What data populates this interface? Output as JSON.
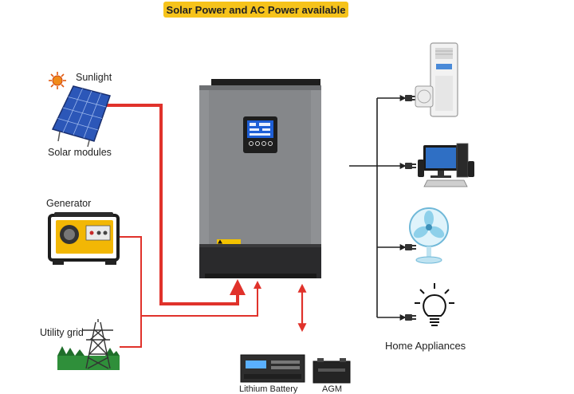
{
  "banner": {
    "text": "Solar Power and AC Power available"
  },
  "sources": {
    "sunlight": "Sunlight",
    "solar_modules": "Solar modules",
    "generator": "Generator",
    "utility_grid": "Utility grid"
  },
  "loads": {
    "label": "Home Appliances"
  },
  "battery": {
    "lithium_label": "Lithium Battery",
    "agm_label": "AGM"
  },
  "colors": {
    "banner": "#f6c31b",
    "ac_wire": "#e0322b",
    "load_wire": "#222222",
    "inverter_body": "#8f9194",
    "inverter_base": "#2a2a2c",
    "lcd": "#1e5fd6"
  },
  "icons": [
    "sun-icon",
    "solar-panel-icon",
    "generator-icon",
    "pylon-icon",
    "inverter-icon",
    "air-conditioner-icon",
    "computer-icon",
    "fan-icon",
    "light-bulb-icon",
    "battery-icon"
  ]
}
